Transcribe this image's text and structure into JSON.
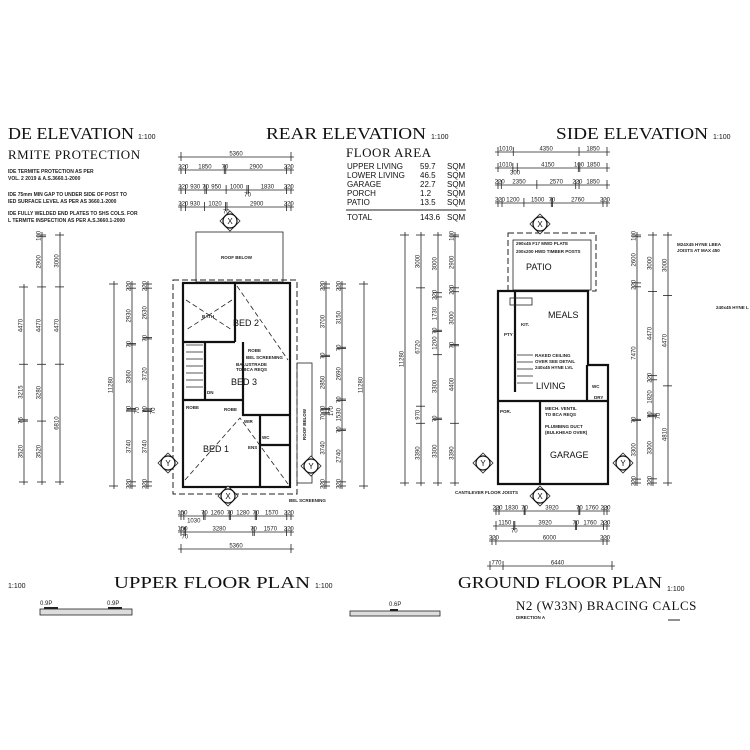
{
  "headings": {
    "left_elevation": "DE  ELEVATION",
    "rear_elevation": "REAR  ELEVATION",
    "side_elevation": "SIDE  ELEVATION",
    "scale": "1:100"
  },
  "termite": {
    "title": "RMITE  PROTECTION",
    "notes": [
      "IDE TERMITE PROTECTION AS PER",
      "VOL. 2 2019 & A.S.3660.1-2000",
      "IDE 75mm MIN GAP TO UNDER SIDE OF POST TO",
      "IED SURFACE LEVEL AS PER AS 3660.1-2000",
      "IDE FULLY WELDED END PLATES TO SHS COLS. FOR",
      "L TERMITE INSPECTION AS PER A.S.3660.1-2000"
    ]
  },
  "floor_area": {
    "title": "FLOOR  AREA",
    "rows": [
      {
        "label": "UPPER LIVING",
        "value": "59.7",
        "unit": "SQM"
      },
      {
        "label": "LOWER LIVING",
        "value": "46.5",
        "unit": "SQM"
      },
      {
        "label": "GARAGE",
        "value": "22.7",
        "unit": "SQM"
      },
      {
        "label": "PORCH",
        "value": "1.2",
        "unit": "SQM"
      },
      {
        "label": "PATIO",
        "value": "13.5",
        "unit": "SQM"
      }
    ],
    "total": {
      "label": "TOTAL",
      "value": "143.6",
      "unit": "SQM"
    }
  },
  "upper_plan": {
    "title": "UPPER  FLOOR  PLAN",
    "scale": "1:100",
    "rooms": {
      "bath": "BATH",
      "bed2": "BED 2",
      "bed3": "BED 3",
      "bed1": "BED 1",
      "wir": "WIR",
      "ens": "ENS",
      "wc": "WC",
      "robe": "ROBE",
      "dn": "DN"
    },
    "labels": {
      "roof_below": "ROOF BELOW",
      "balustrade": "BALUSTRADE",
      "balustrade2": "TO BCA REQS",
      "screening": "BEL SCREENING"
    },
    "dims_top": [
      [
        "5360"
      ],
      [
        "220",
        "1850",
        "70",
        "2900",
        "220"
      ],
      [
        "220",
        "930",
        "70",
        "950",
        "1000",
        "70",
        "1830",
        "220"
      ],
      [
        "220",
        "930",
        "1020",
        "70",
        "2900",
        "220"
      ]
    ],
    "dims_bottom": [
      [
        "150",
        "1030",
        "70",
        "1260",
        "70",
        "1280",
        "70",
        "1570",
        "220"
      ],
      [
        "150",
        "70",
        "3280",
        "70",
        "1570",
        "220"
      ],
      [
        "5360"
      ]
    ],
    "dims_left": [
      [
        "11280"
      ],
      [
        "220",
        "2930",
        "70",
        "3360",
        "70",
        "70",
        "3740",
        "220"
      ],
      [
        "220",
        "2630",
        "70",
        "3720",
        "70",
        "70",
        "3740",
        "220"
      ]
    ],
    "dims_right": [
      [
        "220",
        "3700",
        "70",
        "2850",
        "70",
        "170",
        "70",
        "3740",
        "220"
      ],
      [
        "220",
        "3150",
        "70",
        "2690",
        "70",
        "1530",
        "70",
        "2740",
        "220"
      ],
      [
        "11280"
      ]
    ]
  },
  "left_elevation_dims": [
    [
      "4470",
      "3215",
      "76",
      "3520"
    ],
    [
      "100",
      "2900",
      "4470",
      "3280",
      "3520"
    ],
    [
      "3000",
      "4470",
      "6810"
    ]
  ],
  "ground_plan": {
    "title": "GROUND  FLOOR  PLAN",
    "scale": "1:100",
    "rooms": {
      "patio": "PATIO",
      "meals": "MEALS",
      "kit": "KIT.",
      "pty": "PTY",
      "living": "LIVING",
      "dry": "DRY",
      "wc": "WC",
      "por": "POR.",
      "garage": "GARAGE"
    },
    "labels": {
      "plate": "290x45 F17 MWD PLATE",
      "posts": "200x200 HWD TIMBER POSTS",
      "raked1": "RAKED CEILING",
      "raked2": "OVER SEE DETAIL",
      "joist": "240x45 HYNE LVL",
      "mech1": "MECH. VENTIL",
      "mech2": "TO BCA REQS",
      "duct1": "PLUMBING DUCT",
      "duct2": "(BULKHEAD OVER)",
      "cantilever": "CANTILEVER FLOOR JOISTS",
      "hyne_top1": "M24X45 HYNE LBEA",
      "hyne_top2": "JOISTS AT MAX 450",
      "hyne_side": "240x45 HYNE L"
    },
    "dims_top": [
      [
        "1010",
        "4350",
        "1850"
      ],
      [
        "1010",
        "300",
        "4150",
        "100",
        "1850"
      ],
      [
        "220",
        "2350",
        "2570",
        "220",
        "1850"
      ],
      [
        "220",
        "1200",
        "1500",
        "70",
        "2760",
        "220"
      ]
    ],
    "dims_bottom": [
      [
        "220",
        "1830",
        "70",
        "3920",
        "70",
        "1760",
        "220"
      ],
      [
        "1150",
        "70",
        "3920",
        "70",
        "1760",
        "220"
      ],
      [
        "220",
        "6000",
        "220"
      ],
      [
        "770",
        "6440"
      ]
    ],
    "dims_left": [
      [
        "11280"
      ],
      [
        "3000",
        "6720",
        "970",
        "3390"
      ],
      [
        "3000",
        "220",
        "1730",
        "70",
        "1200",
        "3300",
        "70",
        "3300"
      ],
      [
        "100",
        "2900",
        "220",
        "3000",
        "70",
        "4400",
        "3390"
      ]
    ],
    "dims_right": [
      [
        "100",
        "2600",
        "220",
        "7470",
        "70",
        "3300",
        "220"
      ],
      [
        "3000",
        "4470",
        "220",
        "1820",
        "70",
        "70",
        "3300",
        "220"
      ],
      [
        "3000",
        "4470",
        "4810"
      ]
    ]
  },
  "markers": {
    "x": "X",
    "y": "Y"
  },
  "bracing": {
    "title": "N2 (W33N) BRACING CALCS",
    "direction": "DIRECTION A",
    "panel_a": "0.9P",
    "panel_b": "0.9P",
    "panel_c": "0.6P"
  },
  "left_scale": "1:100"
}
